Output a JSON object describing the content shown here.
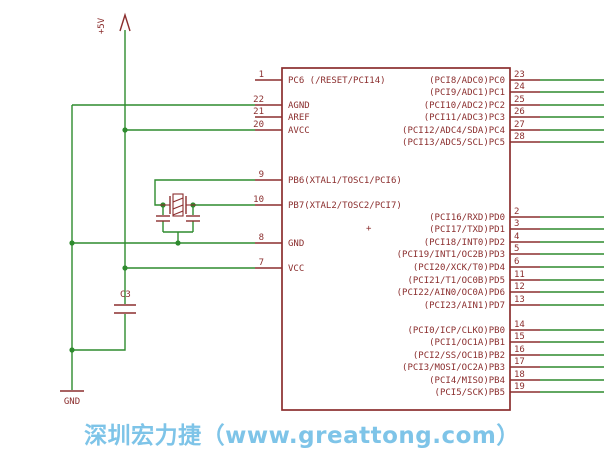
{
  "schematic": {
    "labels": {
      "power_5v": "+5V",
      "ground": "GND",
      "cap_c3": "C3",
      "origin_mark": "+"
    },
    "colors": {
      "symbol": "#8B2E2E",
      "wire": "#2E8B2E",
      "watermark": "#7EC4E8"
    },
    "ic": {
      "left_pins": [
        {
          "number": "1",
          "name": "PC6 (/RESET/PCI14)"
        },
        {
          "number": "22",
          "name": "AGND"
        },
        {
          "number": "21",
          "name": "AREF"
        },
        {
          "number": "20",
          "name": "AVCC"
        },
        {
          "number": "9",
          "name": "PB6(XTAL1/TOSC1/PCI6)"
        },
        {
          "number": "10",
          "name": "PB7(XTAL2/TOSC2/PCI7)"
        },
        {
          "number": "8",
          "name": "GND"
        },
        {
          "number": "7",
          "name": "VCC"
        }
      ],
      "right_pins": [
        {
          "number": "23",
          "name": "(PCI8/ADC0)PC0"
        },
        {
          "number": "24",
          "name": "(PCI9/ADC1)PC1"
        },
        {
          "number": "25",
          "name": "(PCI10/ADC2)PC2"
        },
        {
          "number": "26",
          "name": "(PCI11/ADC3)PC3"
        },
        {
          "number": "27",
          "name": "(PCI12/ADC4/SDA)PC4"
        },
        {
          "number": "28",
          "name": "(PCI13/ADC5/SCL)PC5"
        },
        {
          "number": "2",
          "name": "(PCI16/RXD)PD0"
        },
        {
          "number": "3",
          "name": "(PCI17/TXD)PD1"
        },
        {
          "number": "4",
          "name": "(PCI18/INT0)PD2"
        },
        {
          "number": "5",
          "name": "(PCI19/INT1/OC2B)PD3"
        },
        {
          "number": "6",
          "name": "(PCI20/XCK/T0)PD4"
        },
        {
          "number": "11",
          "name": "(PCI21/T1/OC0B)PD5"
        },
        {
          "number": "12",
          "name": "(PCI22/AIN0/OC0A)PD6"
        },
        {
          "number": "13",
          "name": "(PCI23/AIN1)PD7"
        },
        {
          "number": "14",
          "name": "(PCI0/ICP/CLKO)PB0"
        },
        {
          "number": "15",
          "name": "(PCI1/OC1A)PB1"
        },
        {
          "number": "16",
          "name": "(PCI2/SS/OC1B)PB2"
        },
        {
          "number": "17",
          "name": "(PCI3/MOSI/OC2A)PB3"
        },
        {
          "number": "18",
          "name": "(PCI4/MISO)PB4"
        },
        {
          "number": "19",
          "name": "(PCI5/SCK)PB5"
        }
      ]
    }
  },
  "watermark": {
    "text": "深圳宏力捷（www.greattong.com）"
  }
}
